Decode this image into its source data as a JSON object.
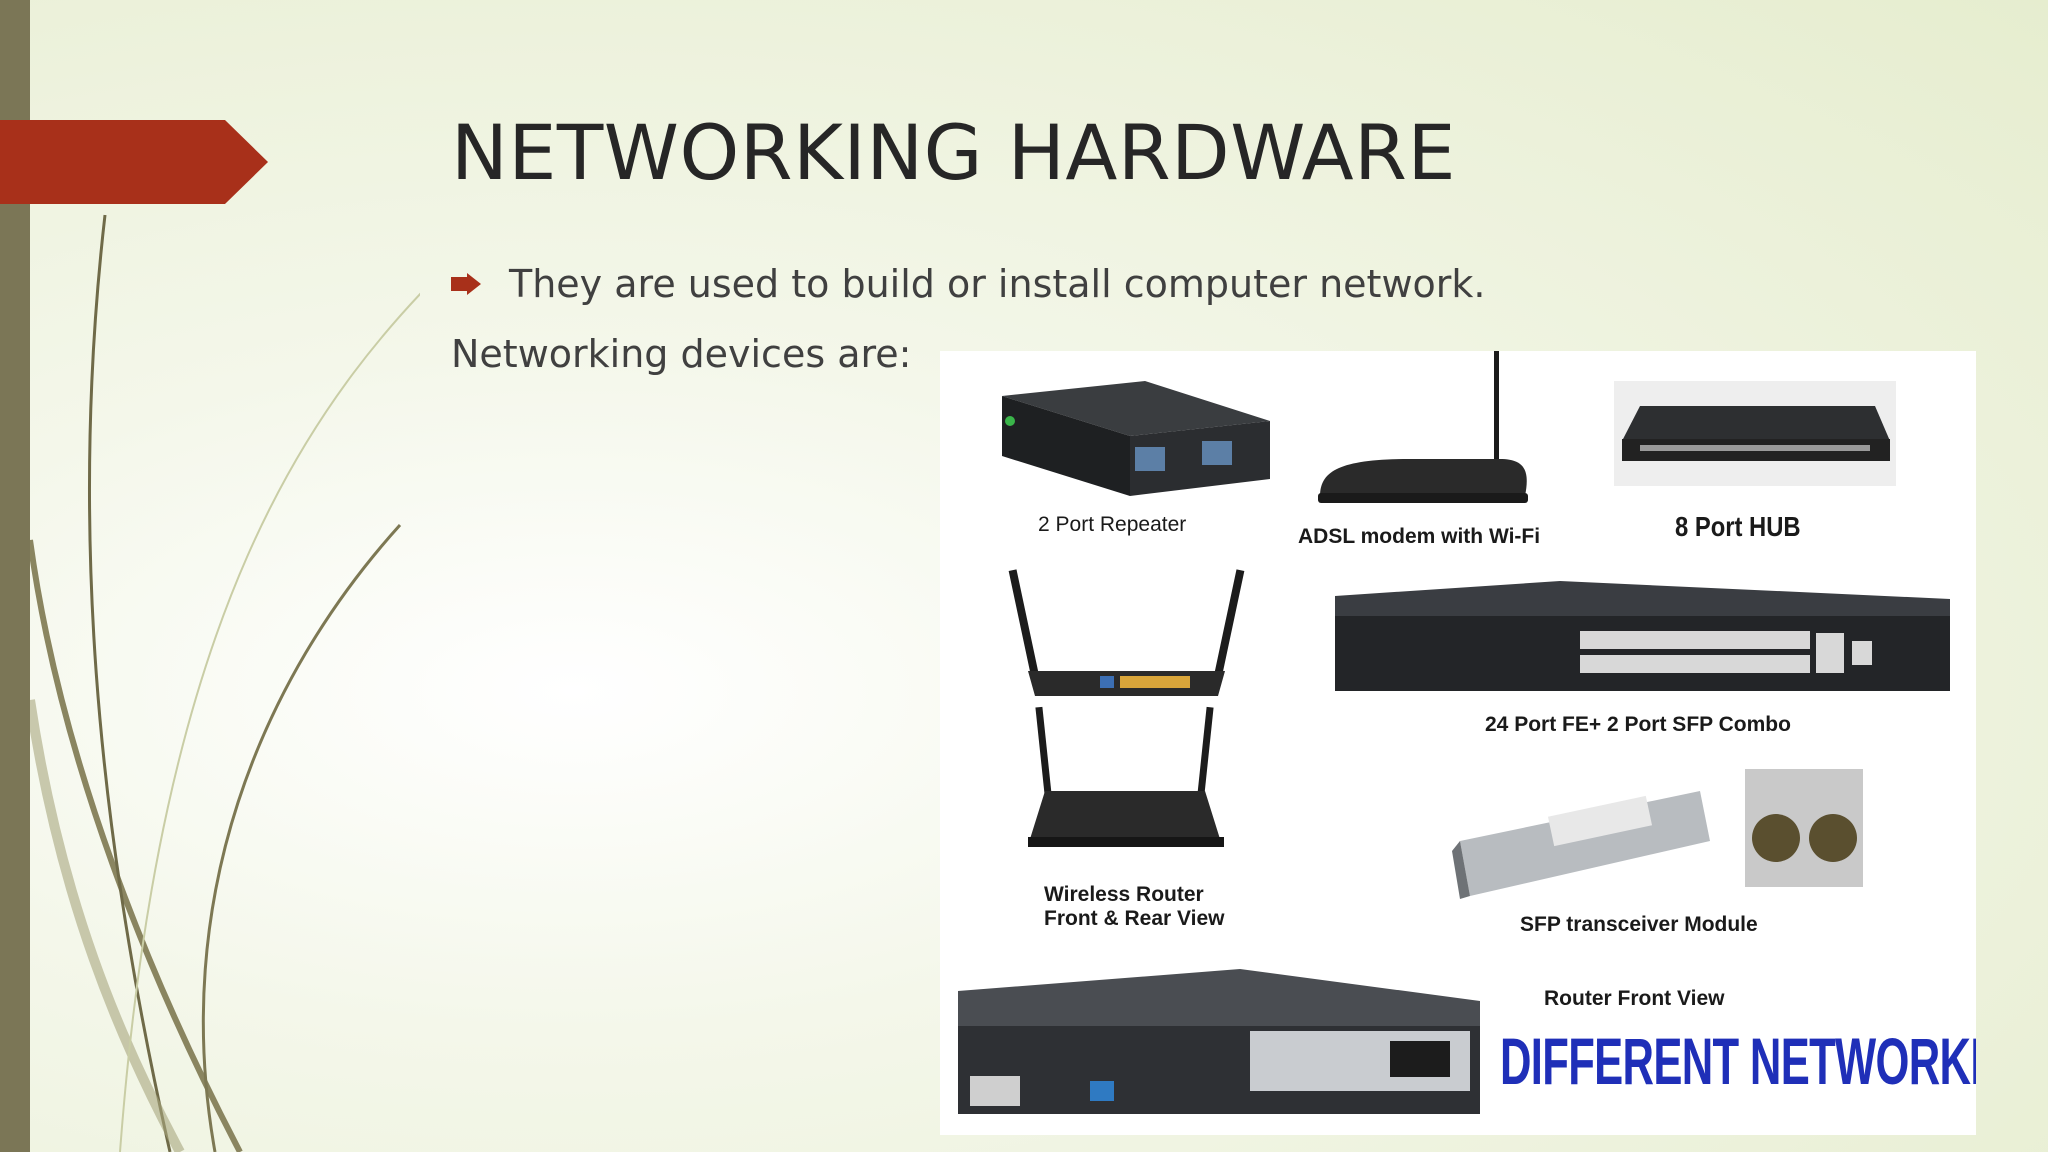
{
  "slide": {
    "title": "NETWORKING HARDWARE",
    "bullet": "They are used to build or install computer network.",
    "subline": "Networking devices are:",
    "accent_color": "#a8301a",
    "bar_color": "#7b7656"
  },
  "figure": {
    "labels": {
      "repeater": "2 Port Repeater",
      "adsl": "ADSL modem with Wi-Fi",
      "hub": "8 Port HUB",
      "switch": "24 Port FE+ 2 Port SFP Combo",
      "wireless_line1": "Wireless Router",
      "wireless_line2": "Front & Rear View",
      "sfp": "SFP transceiver Module",
      "router_front": "Router Front View"
    },
    "banner": "DIFFERENT NETWORKING DEVICES"
  }
}
